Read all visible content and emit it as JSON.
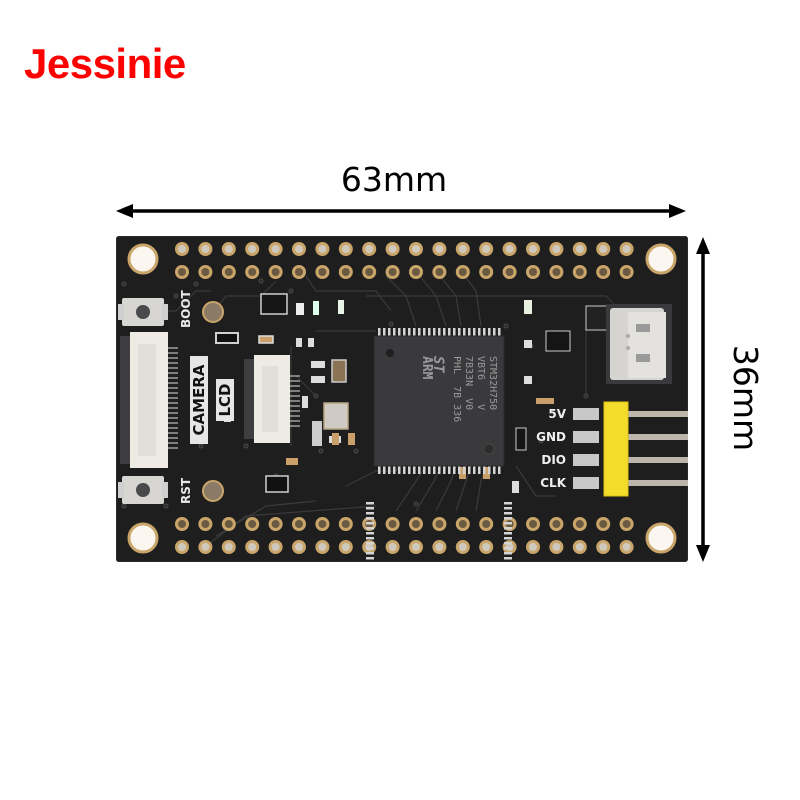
{
  "brand": {
    "name": "Jessinie",
    "color": "#ff0000"
  },
  "dimensions": {
    "width_label": "63mm",
    "height_label": "36mm"
  },
  "board": {
    "mcu": {
      "lines": [
        "STM32H750",
        "VBT6    V",
        "7B33N  V0",
        "PHL  7B 336"
      ],
      "logos": [
        "st-logo",
        "arm-logo"
      ]
    },
    "connectors": {
      "camera_label": "CAMERA",
      "lcd_label": "LCD"
    },
    "buttons": {
      "boot_label": "BOOT",
      "reset_label": "RST"
    },
    "debug_header": {
      "pins": [
        "5V",
        "GND",
        "DIO",
        "CLK"
      ],
      "housing_color": "#f3dc2a"
    },
    "usb": {
      "type": "usb-c-port"
    },
    "gpio_header": {
      "rows": 4,
      "pins_per_row": 20
    },
    "colors": {
      "pcb": "#1e1e1f",
      "pad_ring": "#c9a56a",
      "pad_hole": "#6b5a42",
      "silkscreen": "#e8e8e8"
    }
  }
}
